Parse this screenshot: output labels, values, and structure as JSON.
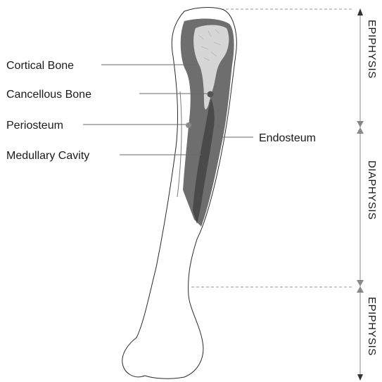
{
  "labels": {
    "cortical_bone": "Cortical Bone",
    "cancellous_bone": "Cancellous Bone",
    "periosteum": "Periosteum",
    "medullary_cavity": "Medullary Cavity",
    "endosteum": "Endosteum"
  },
  "regions": {
    "proximal_epiphysis": "EPIPHYSIS",
    "diaphysis": "DIAPHYSIS",
    "distal_epiphysis": "EPIPHYSIS"
  },
  "colors": {
    "cortical": "#6e6e6e",
    "cancellous": "#d4d4d4",
    "medullary": "#4a4a4a",
    "outline": "#2a2a2a",
    "guide": "#9a9a9a"
  }
}
